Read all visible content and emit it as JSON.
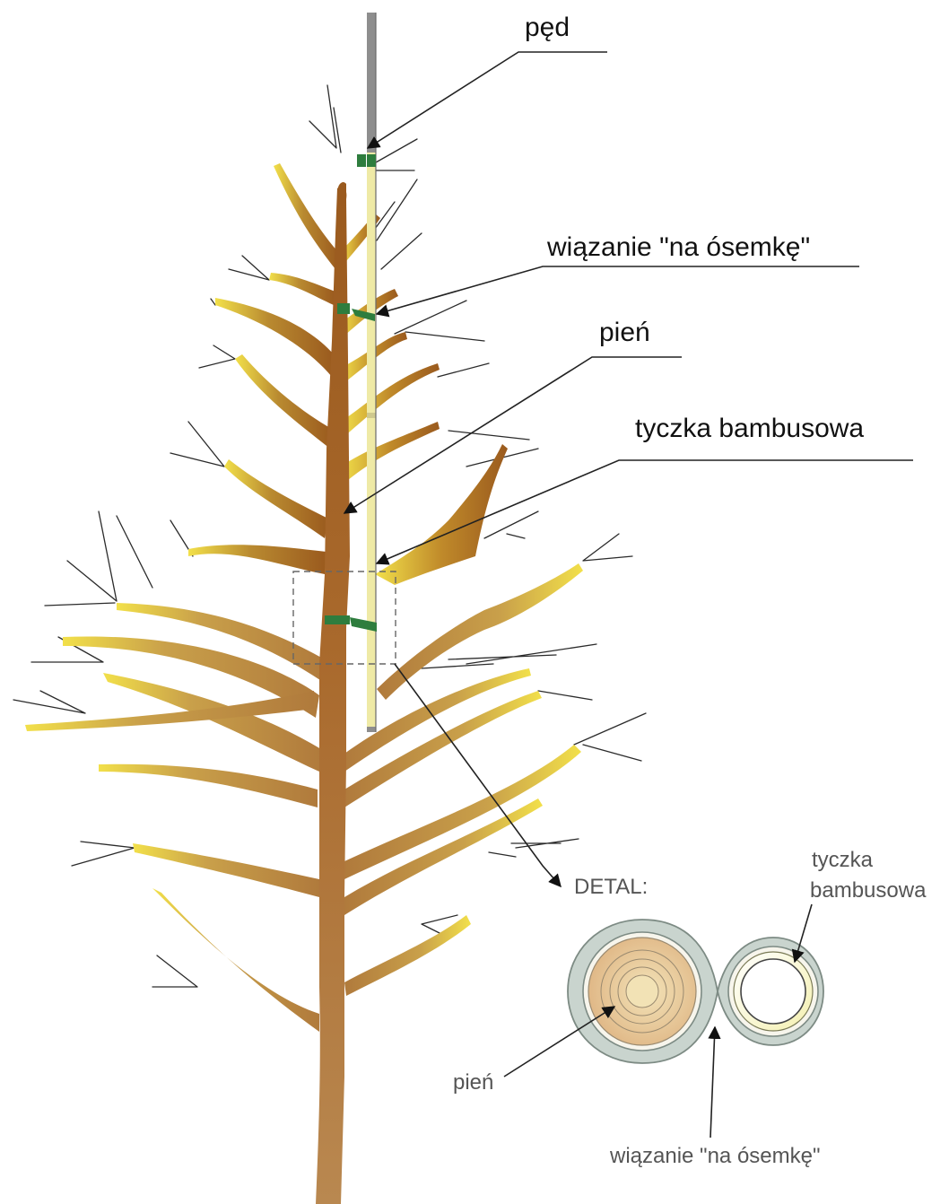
{
  "labels": {
    "shoot": "pęd",
    "figure_eight_tie": "wiązanie \"na ósemkę\"",
    "trunk": "pień",
    "bamboo_stake": "tyczka bambusowa"
  },
  "detail": {
    "title": "DETAL:",
    "bamboo_stake_line1": "tyczka",
    "bamboo_stake_line2": "bambusowa",
    "trunk": "pień",
    "figure_eight_tie": "wiązanie \"na ósemkę\""
  },
  "colors": {
    "trunk_brown": "#b07a3c",
    "branch_dark": "#9a5a1e",
    "branch_tip_yellow": "#f0e04a",
    "stake_light": "#efeaa6",
    "stake_grey": "#8e8e8e",
    "tie_green": "#2e7d3e",
    "tie_ring": "#c9d4ce"
  }
}
